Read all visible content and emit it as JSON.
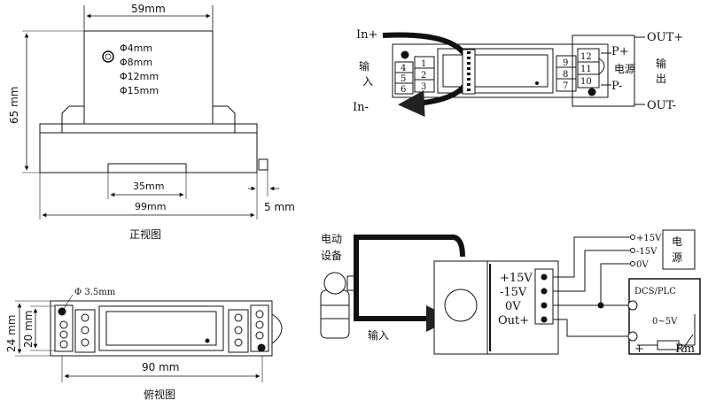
{
  "front_view": {
    "caption": "正视图",
    "dim_width_top": "59mm",
    "dim_height": "65 mm",
    "dim_inner": "35mm",
    "dim_total": "99mm",
    "dim_side": "5 mm",
    "holes": [
      "Φ4mm",
      "Φ8mm",
      "Φ12mm",
      "Φ15mm"
    ]
  },
  "top_view": {
    "caption": "俯视图",
    "dim_hole": "Φ 3.5mm",
    "dim_outer": "24 mm",
    "dim_inner": "20 mm",
    "dim_length": "90 mm"
  },
  "wiring": {
    "in_plus": "In+",
    "in_minus": "In-",
    "input_label": "输入",
    "out_plus": "OUT+",
    "out_minus": "OUT-",
    "p_plus": "P+",
    "p_minus": "P-",
    "power_label": "电源",
    "output_label": "输出",
    "left_pins_a": [
      "4",
      "5",
      "6"
    ],
    "left_pins_b": [
      "1",
      "2",
      "3"
    ],
    "right_pins_a": [
      "9",
      "8",
      "7"
    ],
    "right_pins_b": [
      "12",
      "11",
      "10"
    ]
  },
  "application": {
    "equipment": "电动设备",
    "input_label": "输入",
    "terminals": [
      "+15V",
      "-15V",
      "0V",
      "Out+"
    ],
    "supply_labels": [
      "+15V",
      "-15V",
      "0V"
    ],
    "supply_title": "电源",
    "dcs": "DCS/PLC",
    "range": "0~5V",
    "plus": "+",
    "rm": "Rm"
  }
}
